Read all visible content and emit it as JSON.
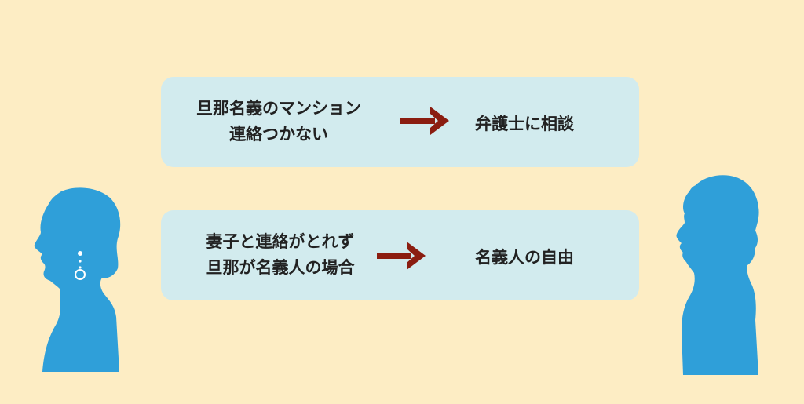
{
  "colors": {
    "background": "#fdedc4",
    "card": "#d2ebee",
    "arrow": "#8b1d10",
    "silhouette": "#2f9fd9",
    "text": "#222222"
  },
  "rows": [
    {
      "left_lines": [
        "旦那名義のマンション",
        "連絡つかない"
      ],
      "right": "弁護士に相談"
    },
    {
      "left_lines": [
        "妻子と連絡がとれず",
        "旦那が名義人の場合"
      ],
      "right": "名義人の自由"
    }
  ],
  "icons": {
    "arrow": "right-arrow-icon",
    "woman": "woman-silhouette-icon",
    "man": "man-silhouette-icon"
  }
}
